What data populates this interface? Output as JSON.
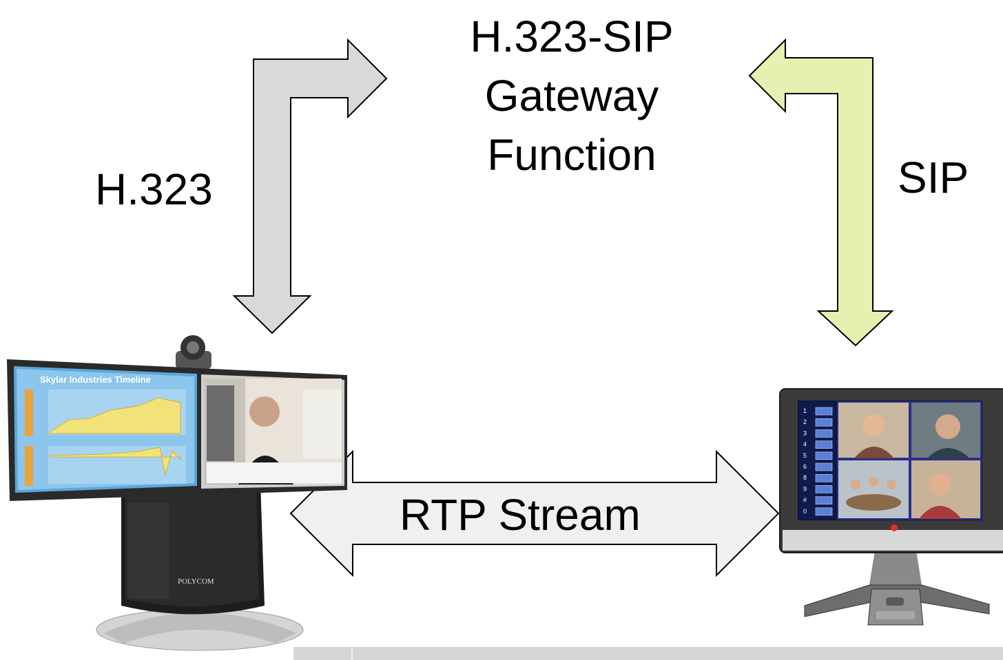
{
  "diagram": {
    "gateway_label_lines": [
      "H.323-SIP",
      "Gateway",
      "Function"
    ],
    "h323_label": "H.323",
    "sip_label": "SIP",
    "rtp_label": "RTP Stream",
    "left_endpoint": {
      "screen_title": "Skylar Industries Timeline",
      "brand": "POLYCOM"
    },
    "right_endpoint": {
      "keypad_labels": [
        "1",
        "2",
        "3",
        "4",
        "5",
        "6",
        "8",
        "9",
        "#",
        "0"
      ]
    },
    "colors": {
      "h323_arrow": "#d9d9d9",
      "sip_arrow": "#e6f0b0",
      "rtp_arrow": "#f0f0f0",
      "stroke": "#000000"
    }
  }
}
